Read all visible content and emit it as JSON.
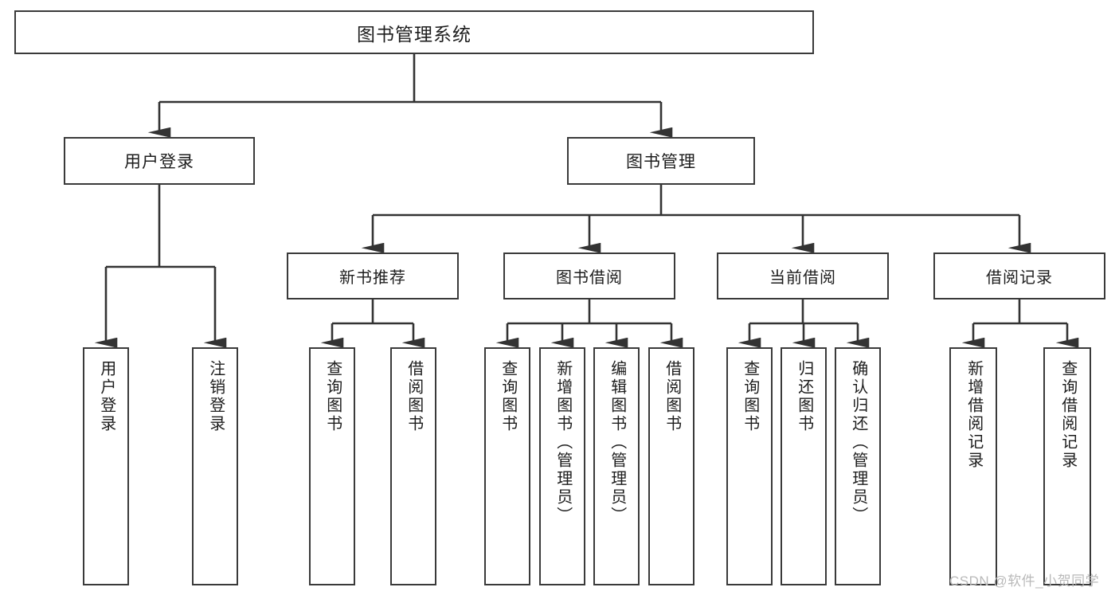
{
  "diagram": {
    "title": "图书管理系统",
    "type": "functional-structure-tree",
    "watermark": "CSDN @软件_小贺同学",
    "colors": {
      "box_border": "#3a3a3a",
      "box_fill": "#ffffff",
      "connector": "#333333",
      "text": "#1d1d1d",
      "watermark": "#b9b9b9"
    },
    "levels": {
      "root": {
        "label": "图书管理系统"
      },
      "level2": [
        {
          "id": "user-login",
          "label": "用户登录"
        },
        {
          "id": "book-management",
          "label": "图书管理"
        }
      ],
      "level3": [
        {
          "id": "new-book-recommend",
          "label": "新书推荐",
          "parent": "book-management"
        },
        {
          "id": "book-borrow",
          "label": "图书借阅",
          "parent": "book-management"
        },
        {
          "id": "current-borrow",
          "label": "当前借阅",
          "parent": "book-management"
        },
        {
          "id": "borrow-record",
          "label": "借阅记录",
          "parent": "book-management"
        }
      ],
      "leaves": [
        {
          "id": "leaf-user-login",
          "label": "用户登录",
          "parent": "user-login"
        },
        {
          "id": "leaf-logout-login",
          "label": "注销登录",
          "parent": "user-login"
        },
        {
          "id": "leaf-query-book-1",
          "label": "查询图书",
          "parent": "new-book-recommend"
        },
        {
          "id": "leaf-borrow-book-1",
          "label": "借阅图书",
          "parent": "new-book-recommend"
        },
        {
          "id": "leaf-query-book-2",
          "label": "查询图书",
          "parent": "book-borrow"
        },
        {
          "id": "leaf-add-book",
          "label": "新增图书（管理员）",
          "parent": "book-borrow"
        },
        {
          "id": "leaf-edit-book",
          "label": "编辑图书（管理员）",
          "parent": "book-borrow"
        },
        {
          "id": "leaf-borrow-book-2",
          "label": "借阅图书",
          "parent": "book-borrow"
        },
        {
          "id": "leaf-query-book-3",
          "label": "查询图书",
          "parent": "current-borrow"
        },
        {
          "id": "leaf-return-book",
          "label": "归还图书",
          "parent": "current-borrow"
        },
        {
          "id": "leaf-confirm-return",
          "label": "确认归还（管理员）",
          "parent": "current-borrow"
        },
        {
          "id": "leaf-add-record",
          "label": "新增借阅记录",
          "parent": "borrow-record"
        },
        {
          "id": "leaf-query-record",
          "label": "查询借阅记录",
          "parent": "borrow-record"
        }
      ]
    }
  }
}
